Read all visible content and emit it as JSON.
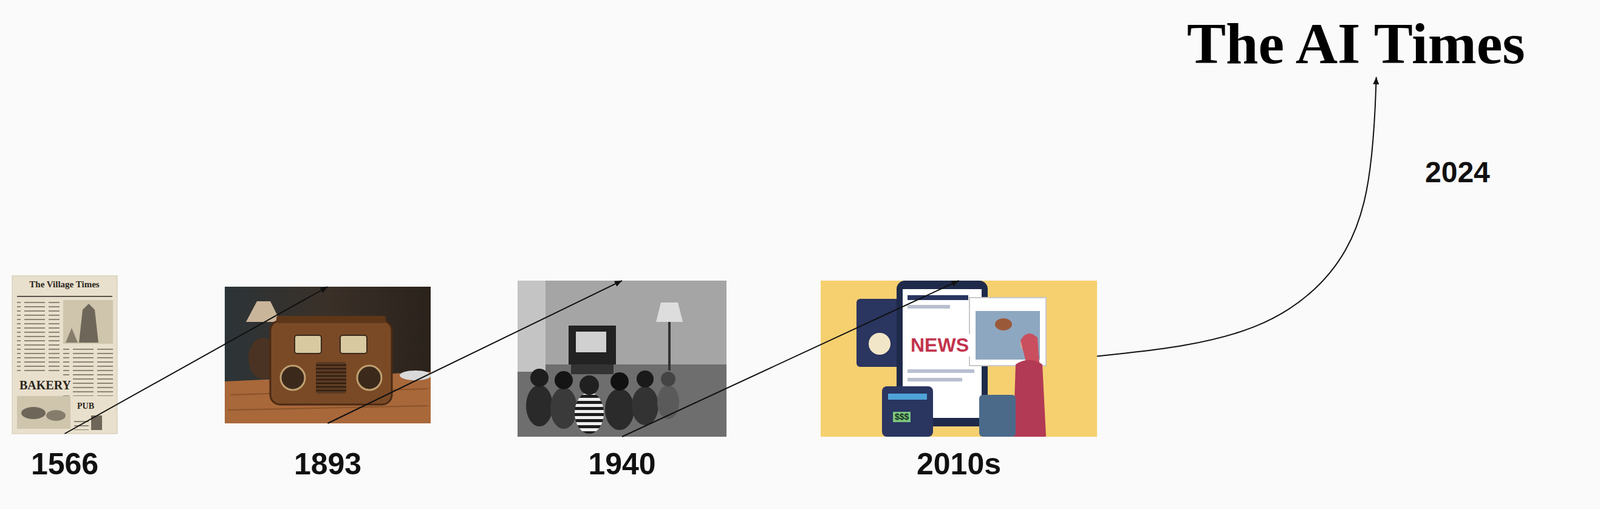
{
  "diagram": {
    "nodes": [
      {
        "text": [
          "1566"
        ]
      },
      {
        "text": [
          "1893"
        ]
      },
      {
        "text": [
          "1940"
        ]
      },
      {
        "text": [
          "2010s"
        ]
      },
      {
        "text": [
          "The AI Times"
        ]
      }
    ],
    "edges": [
      {
        "from": 0,
        "to": 1,
        "arrow": "to"
      },
      {
        "from": 1,
        "to": 2,
        "arrow": "to"
      },
      {
        "from": 2,
        "to": 3,
        "arrow": "to"
      },
      {
        "from": 3,
        "to": 4,
        "label": "2024",
        "arrow": "to"
      }
    ],
    "labels": [
      "The Village Times",
      "BAKERY",
      "PUB",
      "NEWS",
      "$$$"
    ]
  }
}
